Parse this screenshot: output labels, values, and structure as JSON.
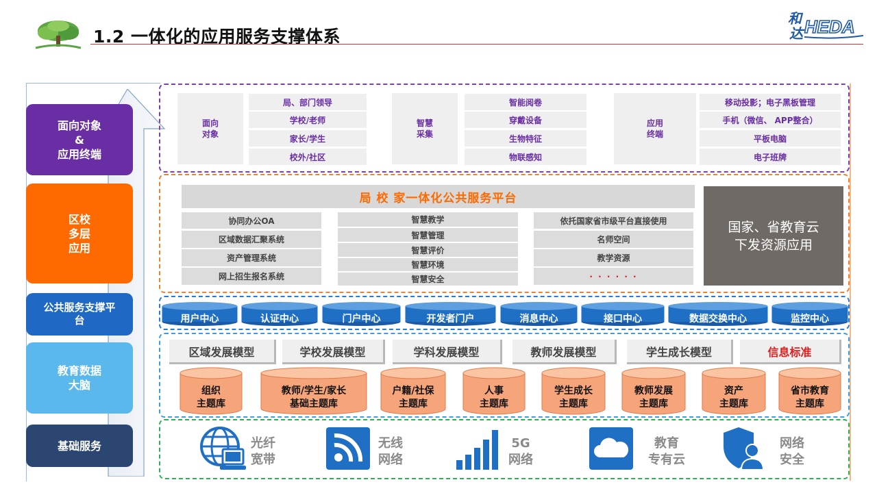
{
  "title": "1.2  一体化的应用服务支撑体系",
  "brand": {
    "cn_top": "和",
    "cn_bottom": "达",
    "en": "HEDA"
  },
  "layers_left": [
    "面向对象\n&\n应用终端",
    "区校\n多层\n应用",
    "公共服务支撑平\n台",
    "教育数据\n大脑",
    "基础服务"
  ],
  "layer1": {
    "groups": [
      {
        "label": "面向\n对象",
        "items": [
          "局、部门领导",
          "学校/老师",
          "家长/学生",
          "校外/社区"
        ]
      },
      {
        "label": "智慧\n采集",
        "items": [
          "智能阅卷",
          "穿戴设备",
          "生物特征",
          "物联感知"
        ]
      },
      {
        "label": "应用\n终端",
        "items": [
          "移动投影；电子黑板管理",
          "手机（微信、  APP整合）",
          "平板电脑",
          "电子班牌"
        ]
      }
    ]
  },
  "layer2": {
    "platform_title": "局 校 家一体化公共服务平台",
    "col1": [
      "协同办公OA",
      "区域数据汇聚系统",
      "资产管理系统",
      "网上招生报名系统"
    ],
    "col2": [
      "智慧教学",
      "智慧管理",
      "智慧评价",
      "智慧环境",
      "智慧安全"
    ],
    "col3": [
      "依托国家省市级平台直接使用",
      "名师空间",
      "教学资源",
      "· · · · · ·"
    ],
    "cloud": "国家、省教育云\n下发资源应用"
  },
  "layer3": {
    "centers": [
      "用户中心",
      "认证中心",
      "门户中心",
      "开发者门户",
      "消息中心",
      "接口中心",
      "数据交换中心",
      "监控中心"
    ]
  },
  "layer4": {
    "models": [
      "区域发展模型",
      "学校发展模型",
      "学科发展模型",
      "教师发展模型",
      "学生成长模型",
      "信息标准"
    ],
    "databases": [
      "组织\n主题库",
      "教师/学生/家长\n基础主题库",
      "户籍/社保\n主题库",
      "人事\n主题库",
      "学生成长\n主题库",
      "教师发展\n主题库",
      "资产\n主题库",
      "省市教育\n主题库"
    ]
  },
  "layer5": {
    "items": [
      {
        "icon": "globe-computer-icon",
        "label": "光纤\n宽带"
      },
      {
        "icon": "wifi-icon",
        "label": "无线\n网络"
      },
      {
        "icon": "signal-bars-icon",
        "label": "5G\n网络"
      },
      {
        "icon": "cloud-icon",
        "label": "教育\n专有云"
      },
      {
        "icon": "security-shield-icon",
        "label": "网络\n安全"
      }
    ]
  },
  "colors": {
    "purple": "#6a2ea4",
    "orange": "#ff6a00",
    "blue": "#1f68c4",
    "light_blue": "#5ab8ec",
    "navy": "#2b4670",
    "icon_blue": "#1f6fc5",
    "standard_red": "#e01e1e"
  }
}
